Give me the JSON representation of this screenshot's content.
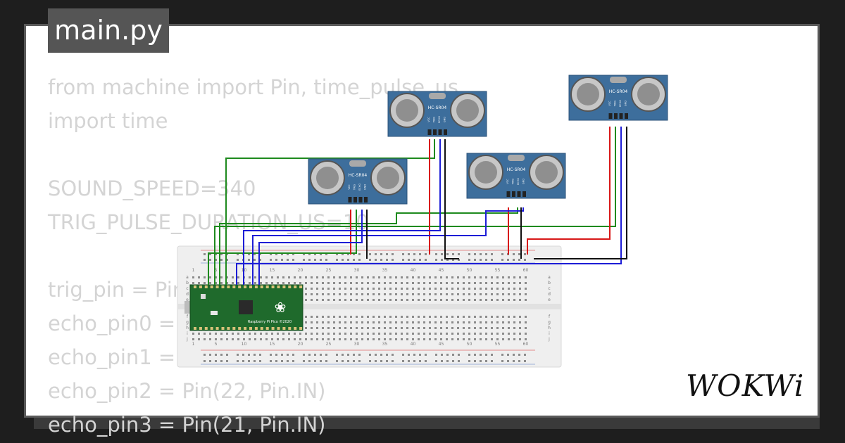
{
  "editor": {
    "file_tab": "main.py",
    "code_lines": [
      "from machine import Pin, time_pulse_us",
      "import time",
      "",
      "SOUND_SPEED=340",
      "TRIG_PULSE_DURATION_US=10",
      "",
      "trig_pin = Pin(",
      "echo_pin0 = ",
      "echo_pin1 = ",
      "echo_pin2 = Pin(22, Pin.IN)",
      "echo_pin3 = Pin(21, Pin.IN)"
    ]
  },
  "sensors": {
    "model_label": "HC-SR04",
    "pin_labels": [
      "VCC",
      "TRIG",
      "ECHO",
      "GND"
    ]
  },
  "pico": {
    "label": "Raspberry Pi Pico ©2020"
  },
  "breadboard": {
    "column_numbers": [
      "1",
      "5",
      "10",
      "15",
      "20",
      "25",
      "30",
      "35",
      "40",
      "45",
      "50",
      "55",
      "60"
    ],
    "row_letters_top": [
      "a",
      "b",
      "c",
      "d",
      "e"
    ],
    "row_letters_bottom": [
      "f",
      "g",
      "h",
      "i",
      "j"
    ]
  },
  "brand": {
    "logo_text": "WOKWi"
  },
  "colors": {
    "wire_red": "#d81818",
    "wire_green": "#1e8a1e",
    "wire_blue": "#1d1dd6",
    "wire_black": "#111111",
    "sensor_body": "#3d6e9c",
    "pico_board": "#1f6a2c"
  }
}
